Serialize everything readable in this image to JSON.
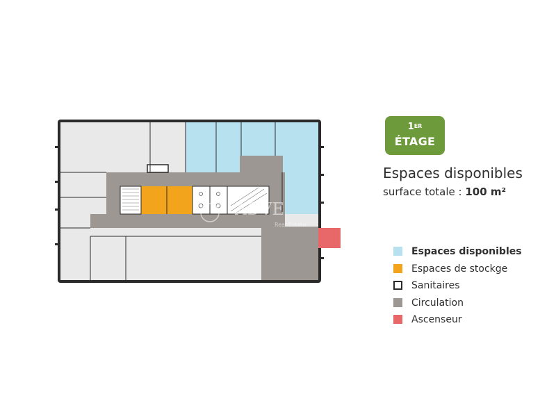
{
  "badge": {
    "number": "1",
    "superscript": "ER",
    "level": "ÉTAGE"
  },
  "header": {
    "title": "Espaces disponibles",
    "surface_label": "surface totale :",
    "surface_value": "100 m²"
  },
  "watermark": {
    "brand": "ADVE",
    "subtitle": "Real Estate"
  },
  "legend": [
    {
      "label": "Espaces disponibles",
      "color": "#b8e1f0",
      "bold": true,
      "outline": false
    },
    {
      "label": "Espaces de stockge",
      "color": "#f2a51c",
      "bold": false,
      "outline": false
    },
    {
      "label": "Sanitaires",
      "color": "#ffffff",
      "bold": false,
      "outline": true
    },
    {
      "label": "Circulation",
      "color": "#9d9794",
      "bold": false,
      "outline": false
    },
    {
      "label": "Ascenseur",
      "color": "#e8686a",
      "bold": false,
      "outline": false
    }
  ],
  "colors": {
    "wall": "#2a2a2a",
    "office": "#e9e9e9",
    "available": "#b8e1f0",
    "storage": "#f2a51c",
    "circulation": "#9d9794",
    "elevator": "#e8686a",
    "badge": "#6d9b3c"
  }
}
